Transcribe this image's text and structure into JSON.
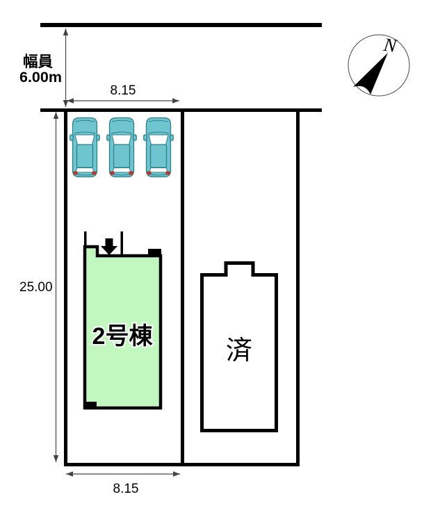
{
  "road": {
    "width_label_line1": "幅員",
    "width_label_line2": "6.00m"
  },
  "dimensions": {
    "frontage_top": "8.15",
    "frontage_bottom": "8.15",
    "depth": "25.00"
  },
  "buildings": [
    {
      "label": "2号棟"
    },
    {
      "label": "済"
    }
  ],
  "compass": {
    "north": "N"
  },
  "parking": {
    "car_count": 3
  },
  "colors": {
    "line": "#000000",
    "dim": "#444444",
    "building_fill": "#c2f8c0",
    "car_body": "#6fc5cf",
    "car_stroke": "#2e7e8a",
    "car_glass": "#ffffff",
    "taillight": "#b03a30"
  }
}
